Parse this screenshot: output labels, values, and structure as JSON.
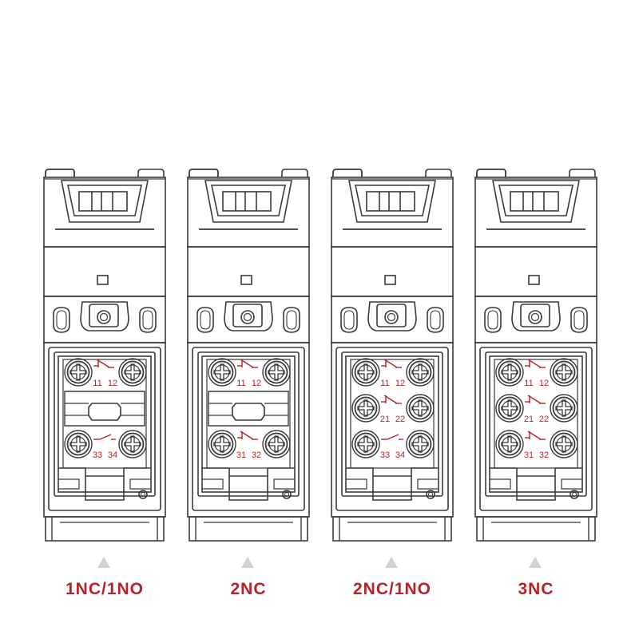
{
  "colors": {
    "line": "#3a3a3a",
    "accent": "#b5232a",
    "marker": "#d3d3d3",
    "background": "#ffffff"
  },
  "variants": [
    {
      "label": "1NC/1NO",
      "slots": [
        {
          "left": "11",
          "right": "12",
          "contact": "nc"
        },
        null,
        {
          "left": "33",
          "right": "34",
          "contact": "no"
        }
      ]
    },
    {
      "label": "2NC",
      "slots": [
        {
          "left": "11",
          "right": "12",
          "contact": "nc"
        },
        null,
        {
          "left": "31",
          "right": "32",
          "contact": "nc"
        }
      ]
    },
    {
      "label": "2NC/1NO",
      "slots": [
        {
          "left": "11",
          "right": "12",
          "contact": "nc"
        },
        {
          "left": "21",
          "right": "22",
          "contact": "nc"
        },
        {
          "left": "33",
          "right": "34",
          "contact": "no"
        }
      ]
    },
    {
      "label": "3NC",
      "slots": [
        {
          "left": "11",
          "right": "12",
          "contact": "nc"
        },
        {
          "left": "21",
          "right": "22",
          "contact": "nc"
        },
        {
          "left": "31",
          "right": "32",
          "contact": "nc"
        }
      ]
    }
  ]
}
